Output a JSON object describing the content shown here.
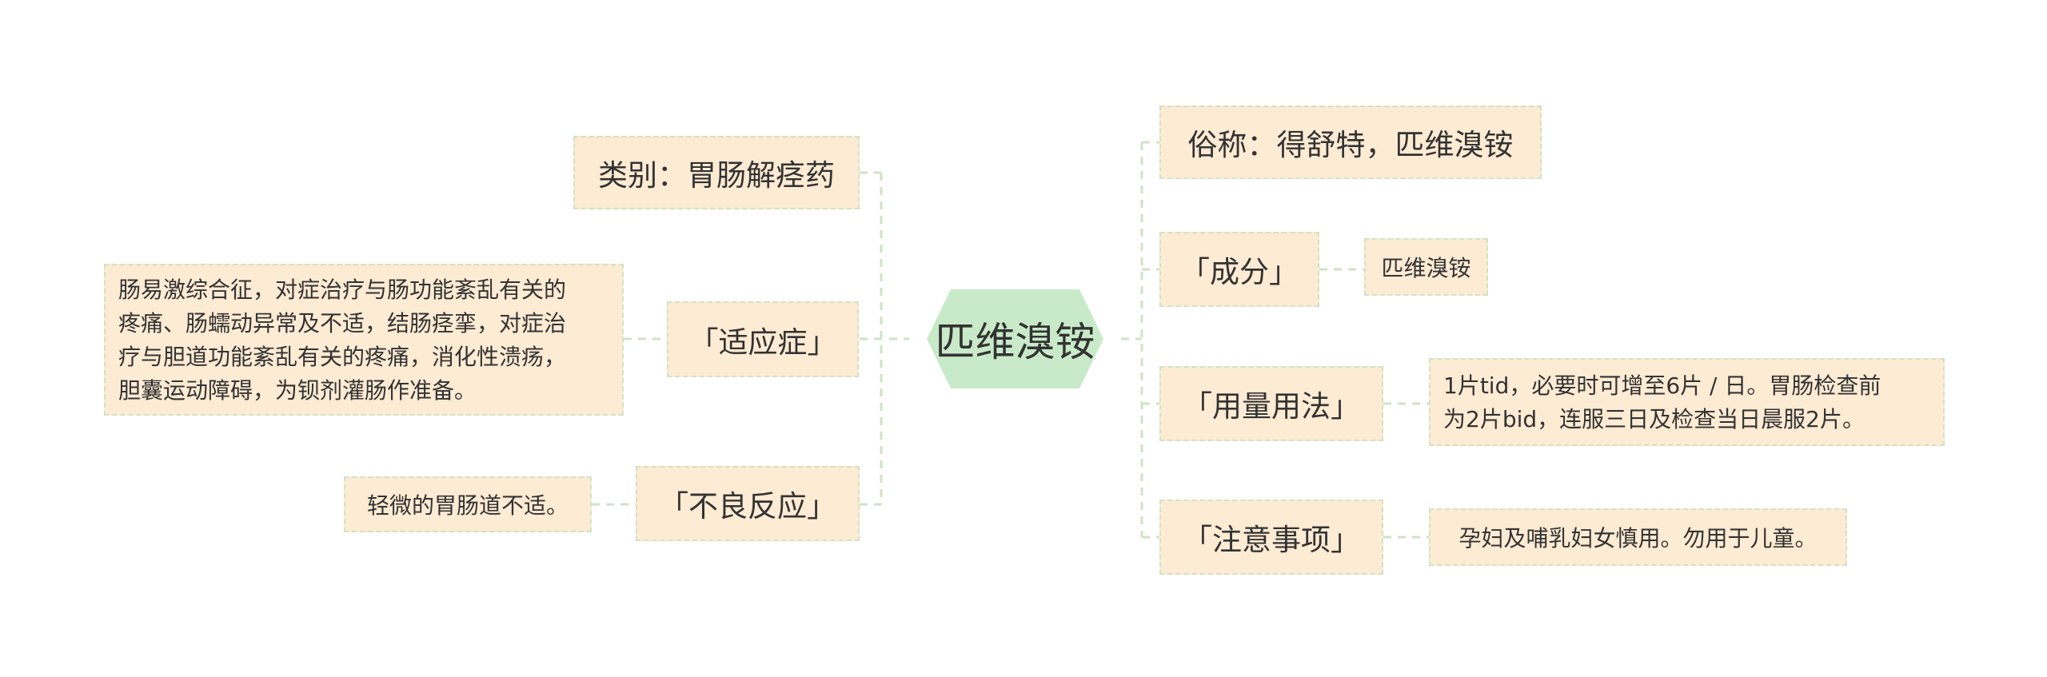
{
  "colors": {
    "center_fill": "#c8eac8",
    "node_fill": "#fdebd3",
    "node_border": "#cfe3c4",
    "connector": "#cfe3c4",
    "text": "#333333"
  },
  "center": {
    "label": "匹维溴铵"
  },
  "left": {
    "category": "类别：胃肠解痉药",
    "indications": {
      "label": "「适应症」",
      "detail": "肠易激综合征，对症治疗与肠功能紊乱有关的\n疼痛、肠蠕动异常及不适，结肠痉挛，对症治\n疗与胆道功能紊乱有关的疼痛，消化性溃疡，\n胆囊运动障碍，为钡剂灌肠作准备。"
    },
    "adverse": {
      "label": "「不良反应」",
      "detail": "轻微的胃肠道不适。"
    }
  },
  "right": {
    "alias": "俗称：得舒特，匹维溴铵",
    "ingredients": {
      "label": "「成分」",
      "detail": "匹维溴铵"
    },
    "dosage": {
      "label": "「用量用法」",
      "detail": "1片tid，必要时可增至6片 / 日。胃肠检查前\n为2片bid，连服三日及检查当日晨服2片。"
    },
    "precautions": {
      "label": "「注意事项」",
      "detail": "孕妇及哺乳妇女慎用。勿用于儿童。"
    }
  }
}
